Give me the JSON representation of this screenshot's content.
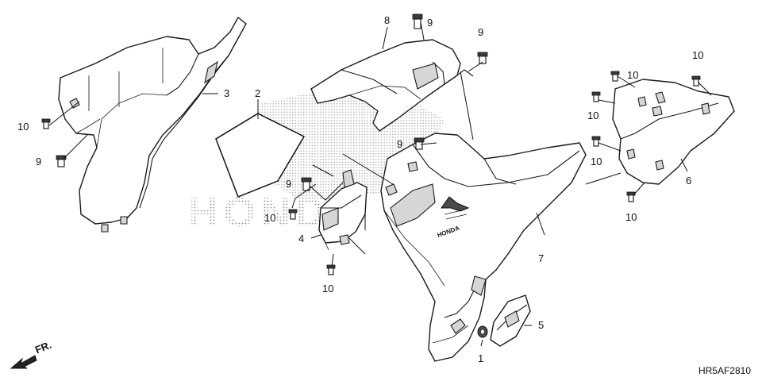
{
  "diagram": {
    "callouts": {
      "c1": "1",
      "c2": "2",
      "c3": "3",
      "c4": "4",
      "c5": "5",
      "c6": "6",
      "c7": "7",
      "c8": "8",
      "c9a": "9",
      "c9b": "9",
      "c9c": "9",
      "c9d": "9",
      "c9e": "9",
      "c10a": "10",
      "c10b": "10",
      "c10c": "10",
      "c10d": "10",
      "c10e": "10",
      "c10f": "10",
      "c10g": "10",
      "c10h": "10"
    },
    "watermark": "HONDA",
    "emblem_text": "HONDA",
    "front_indicator": "FR.",
    "diagram_code": "HR5AF2810"
  }
}
